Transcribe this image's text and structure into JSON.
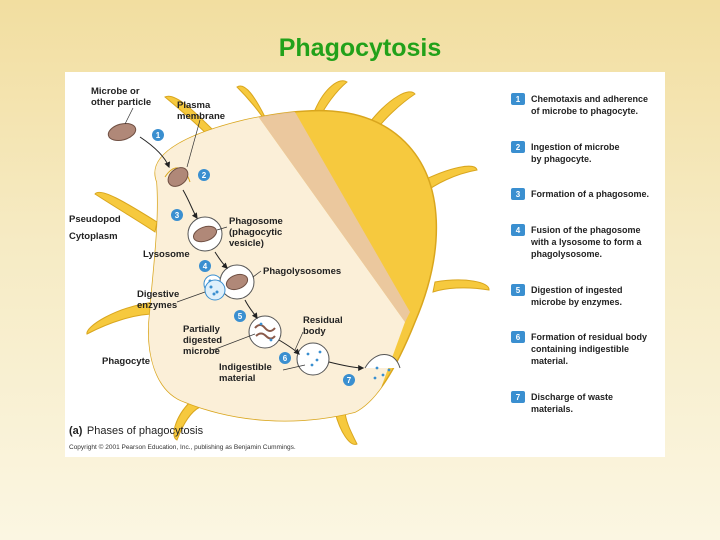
{
  "title": "Phagocytosis",
  "labels": {
    "microbe": [
      "Microbe or",
      "other particle"
    ],
    "plasma_membrane": [
      "Plasma",
      "membrane"
    ],
    "pseudopod": "Pseudopod",
    "cytoplasm": "Cytoplasm",
    "lysosome": "Lysosome",
    "phagosome": [
      "Phagosome",
      "(phagocytic",
      "vesicle)"
    ],
    "phagolysosomes": "Phagolysosomes",
    "digestive_enzymes": [
      "Digestive",
      "enzymes"
    ],
    "residual_body": [
      "Residual",
      "body"
    ],
    "partially_digested": [
      "Partially",
      "digested",
      "microbe"
    ],
    "phagocyte": "Phagocyte",
    "indigestible": [
      "Indigestible",
      "material"
    ]
  },
  "steps": [
    {
      "num": "1",
      "text": [
        "Chemotaxis and adherence",
        "of microbe to phagocyte."
      ]
    },
    {
      "num": "2",
      "text": [
        "Ingestion of microbe",
        "by phagocyte."
      ]
    },
    {
      "num": "3",
      "text": [
        "Formation of a phagosome."
      ]
    },
    {
      "num": "4",
      "text": [
        "Fusion of the phagosome",
        "with a lysosome to form a",
        "phagolysosome."
      ]
    },
    {
      "num": "5",
      "text": [
        "Digestion of ingested",
        "microbe by enzymes."
      ]
    },
    {
      "num": "6",
      "text": [
        "Formation of residual body",
        "containing indigestible",
        "material."
      ]
    },
    {
      "num": "7",
      "text": [
        "Discharge of waste",
        "materials."
      ]
    }
  ],
  "caption": {
    "prefix": "(a)",
    "text": "Phases of phagocytosis"
  },
  "copyright": "Copyright © 2001 Pearson Education, Inc., publishing as Benjamin Cummings.",
  "colors": {
    "title": "#22a11a",
    "cell": "#f6c93e",
    "cytoplasm": "#fbefd8",
    "step_badge": "#3a8fd0"
  }
}
